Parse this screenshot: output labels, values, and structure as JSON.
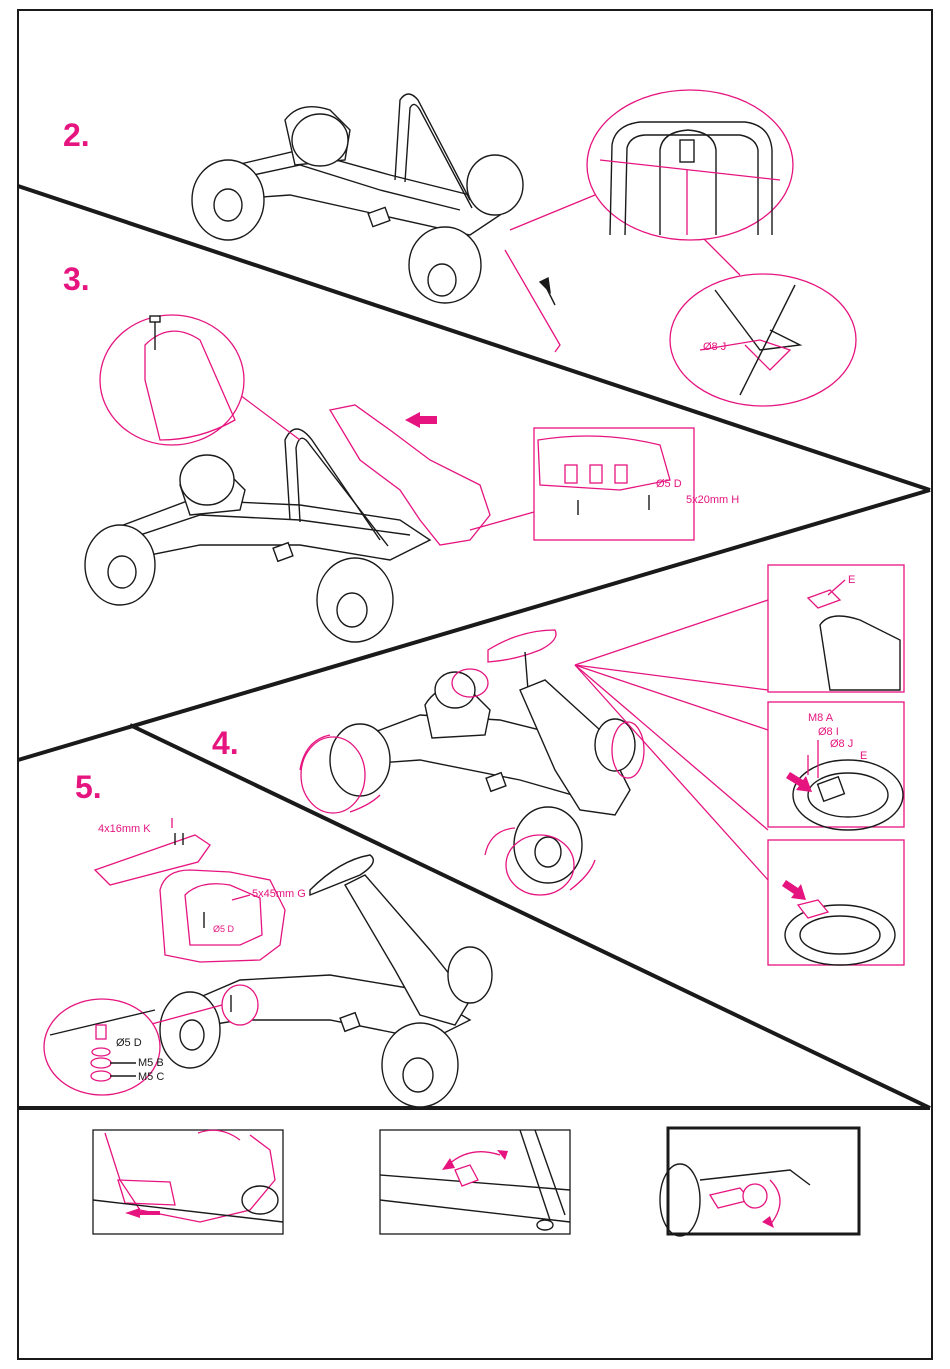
{
  "steps": {
    "s2": "2.",
    "s3": "3.",
    "s4": "4.",
    "s5": "5."
  },
  "labels": {
    "pin_j": "Ø8 J",
    "washer_d": "Ø5 D",
    "screw_h": "5x20mm H",
    "part_e_top": "E",
    "nut_m8": "M8 A",
    "washer_i": "Ø8 I",
    "washer_j": "Ø8 J",
    "part_e_wheel": "E",
    "screw_k": "4x16mm K",
    "screw_g": "5x45mm G",
    "washer_d_seat": "Ø5 D",
    "washer_d_detail": "Ø5 D",
    "washer_b": "M5 B",
    "nut_c": "M5 C"
  },
  "colors": {
    "accent": "#e6147f",
    "ink": "#1a1a1a"
  }
}
